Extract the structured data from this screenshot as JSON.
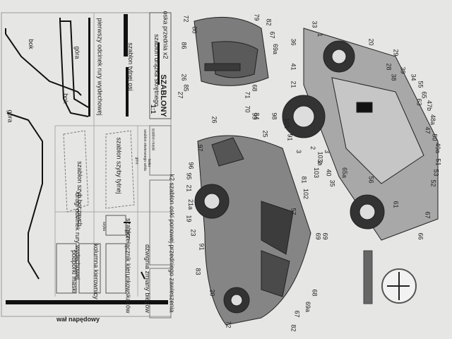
{
  "templates_panel": {
    "title": "SZABLONY",
    "scale": "1:1",
    "labels": {
      "oska_przednia": "oska przednia x2",
      "szablon_drazka": "szablon drążka skrętnego",
      "szablon_tylnej_osi": "szablon tylnej osi",
      "pierwszy_odcinek": "pierwszy odcinek rury wydechowej",
      "gora_1": "góra",
      "bok_1": "bok",
      "bok_2": "bok",
      "gora_2": "góra",
      "szablon_szyby_tylnej": "szablon szyby tylnej",
      "szablon_szyb_bocznych": "szablon szyb bocznych",
      "drugi_odcinek": "drugi odcinek rury wydechowej",
      "wal_napedowy": "wał napędowy",
      "k2_szablon_oski": "k2 szablon oski ponowej przedniego zawieszenia",
      "szablon_small": "szablon",
      "dzwignia": "dźwignia zmiany biegów",
      "przelacznik": "przełącznik kierunkowskazów",
      "kolumna": "kolumna kierownicy",
      "podporki": "podpórki maski",
      "small_box_1": "szablon otwieranego szkła",
      "small_box_2": "szablon maski",
      "small_box_3": "szyba",
      "small_box_4": "góra",
      "small_box_5": "boku"
    }
  },
  "part_numbers": {
    "top_assembly": [
      "1",
      "33",
      "36",
      "41",
      "21",
      "20",
      "29",
      "28",
      "38",
      "39",
      "34",
      "55",
      "65",
      "63",
      "47b",
      "48a",
      "47",
      "50",
      "49a",
      "51",
      "53",
      "52",
      "67",
      "66",
      "61",
      "56",
      "65a",
      "40",
      "2",
      "3",
      "35"
    ],
    "left_assembly": [
      "72",
      "80",
      "86",
      "79",
      "82",
      "67",
      "69a",
      "26",
      "85",
      "68",
      "71",
      "70",
      "27",
      "84",
      "69"
    ],
    "bottom_assembly": [
      "26",
      "99",
      "98",
      "101",
      "91",
      "25",
      "97",
      "96",
      "95",
      "21",
      "21a",
      "19",
      "23",
      "103a",
      "103",
      "81",
      "102",
      "57",
      "69",
      "91",
      "83",
      "20",
      "68",
      "69a",
      "67",
      "82",
      "72",
      "2",
      "3"
    ]
  },
  "colors": {
    "paper": "#e6e6e4",
    "line": "#222222",
    "car_body": "#8a8a8a",
    "car_dark": "#4a4a4a"
  }
}
